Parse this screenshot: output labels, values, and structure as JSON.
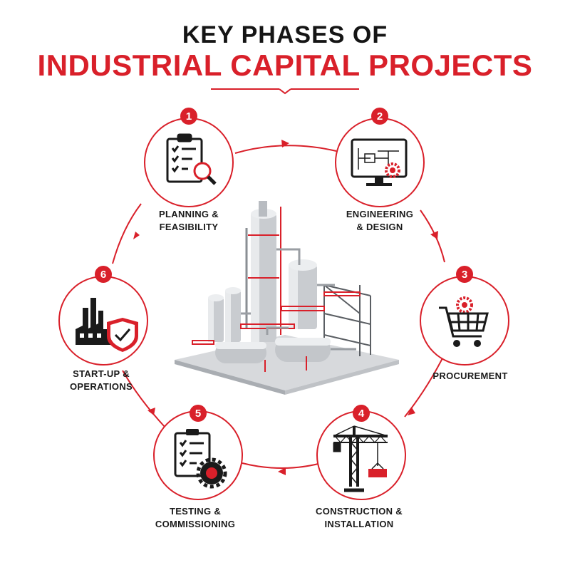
{
  "header": {
    "line1": "KEY PHASES OF",
    "line2": "INDUSTRIAL CAPITAL PROJECTS"
  },
  "accent_color": "#d9202a",
  "phases": [
    {
      "number": "1",
      "label_lines": [
        "PLANNING &",
        "FEASIBILITY"
      ],
      "icon": "clipboard-magnifier-icon"
    },
    {
      "number": "2",
      "label_lines": [
        "ENGINEERING",
        "& DESIGN"
      ],
      "icon": "monitor-gear-icon"
    },
    {
      "number": "3",
      "label_lines": [
        "PROCUREMENT"
      ],
      "icon": "shopping-cart-gear-icon"
    },
    {
      "number": "4",
      "label_lines": [
        "CONSTRUCTION &",
        "INSTALLATION"
      ],
      "icon": "tower-crane-icon"
    },
    {
      "number": "5",
      "label_lines": [
        "TESTING &",
        "COMMISSIONING"
      ],
      "icon": "checklist-gear-icon"
    },
    {
      "number": "6",
      "label_lines": [
        "START-UP &",
        "OPERATIONS"
      ],
      "icon": "factory-shield-icon"
    }
  ],
  "center_image": "industrial-plant-illustration"
}
